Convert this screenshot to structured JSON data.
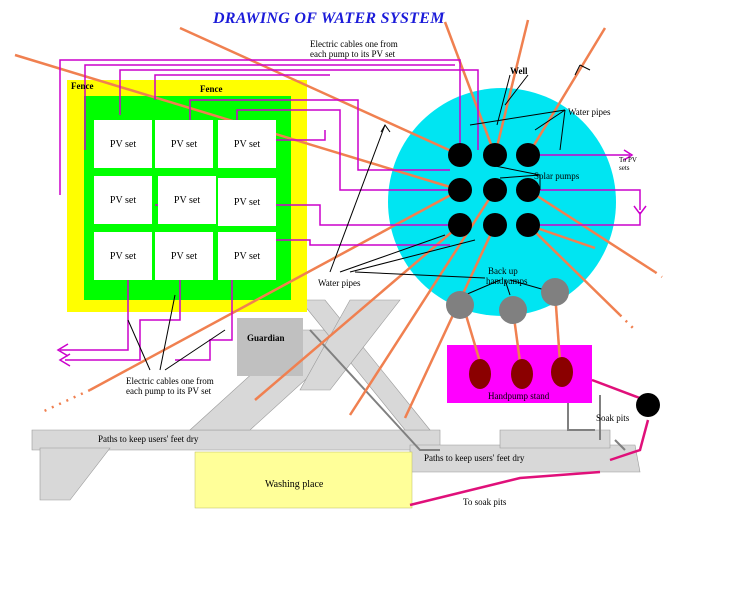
{
  "title": "DRAWING OF WATER SYSTEM",
  "labels": {
    "fence_outer": "Fence",
    "fence_inner": "Fence",
    "pv_set": "PV set",
    "cables_top": [
      "Electric cables one from",
      "each pump to its PV set"
    ],
    "cables_bottom": [
      "Electric cables one from",
      "each pump to its PV set"
    ],
    "well": "Well",
    "water_pipes_right": "Water pipes",
    "water_pipes_left": "Water pipes",
    "solar_pumps": "Solar pumps",
    "to_pv": [
      "To PV",
      "sets"
    ],
    "backup_handpumps": [
      "Back up",
      "handpumps"
    ],
    "guardian": "Guardian",
    "handpump_stand": "Handpump stand",
    "soak_pits": "Soak pits",
    "paths_left": "Paths to keep users' feet dry",
    "paths_right": "Paths to keep users' feet dry",
    "washing_place": "Washing place",
    "to_soak_pits": "To soak pits"
  },
  "colors": {
    "title": "#1b1bd9",
    "outer_fence": "#ffff00",
    "inner_fence": "#00ff00",
    "well": "#00e5f2",
    "cables": "#cc00cc",
    "pipes": "#f08050",
    "pointer_lines": "#000000",
    "solar_pump": "#000000",
    "backup_pump": "#808080",
    "guardian": "#c0c0c0",
    "handpump_stand": "#ff00ff",
    "handpump": "#8b0000",
    "washing_place": "#ffff99",
    "paths": "#d8d8d8",
    "soak_pit_pipe": "#e0107a"
  }
}
